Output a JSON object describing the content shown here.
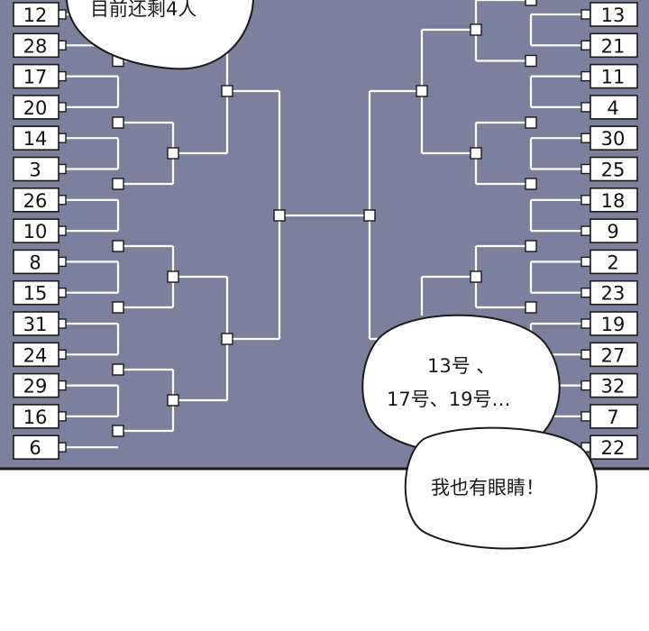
{
  "bracket": {
    "left_seeds": [
      "12",
      "28",
      "17",
      "20",
      "14",
      "3",
      "26",
      "10",
      "8",
      "15",
      "31",
      "24",
      "29",
      "16",
      "6"
    ],
    "right_seeds": [
      "13",
      "21",
      "11",
      "4",
      "30",
      "25",
      "18",
      "9",
      "2",
      "23",
      "19",
      "27",
      "32",
      "7",
      "22"
    ]
  },
  "speech_bubbles": {
    "top_left": "目前还剩4人",
    "middle_right_line1": "13号 、",
    "middle_right_line2": "17号、19号…",
    "bottom_right": "我也有眼睛！"
  },
  "colors": {
    "board": "#7b819c",
    "lines": "#ffffff",
    "outline": "#1a1a1a",
    "page": "#ffffff"
  }
}
